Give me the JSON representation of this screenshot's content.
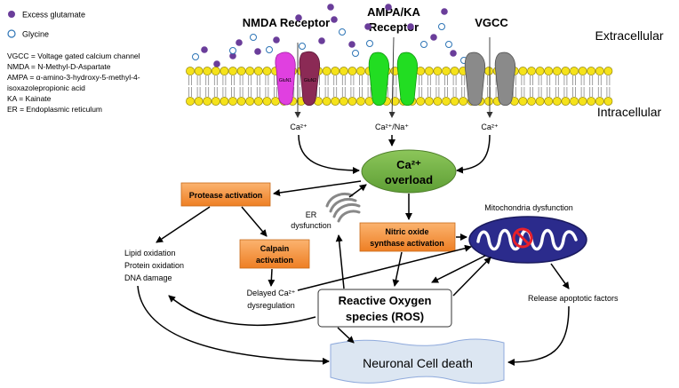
{
  "legend": {
    "glutamate": "Excess glutamate",
    "glycine": "Glycine"
  },
  "abbreviations": [
    "VGCC = Voltage gated calcium channel",
    "NMDA = N-Methyl-D-Aspartate",
    "AMPA = α-amino-3-hydroxy-5-methyl-4-",
    "isoxazolepropionic acid",
    "KA = Kainate",
    "ER = Endoplasmic reticulum"
  ],
  "receptors": {
    "nmda": "NMDA Receptor",
    "ampa_line1": "AMPA/KA",
    "ampa_line2": "Receptor",
    "vgcc": "VGCC"
  },
  "subunits": {
    "glun1": "GluN1",
    "glun2": "GluN2"
  },
  "regions": {
    "extracellular": "Extracellular",
    "intracellular": "Intracellular"
  },
  "ions": {
    "ca_left": "Ca²⁺",
    "ca_na": "Ca²⁺/Na⁺",
    "ca_right": "Ca²⁺"
  },
  "overload": {
    "line1": "Ca²⁺",
    "line2": "overload"
  },
  "protease": "Protease activation",
  "calpain_line1": "Calpain",
  "calpain_line2": "activation",
  "nos_line1": "Nitric oxide",
  "nos_line2": "synthase activation",
  "er_line1": "ER",
  "er_line2": "dysfunction",
  "mito": "Mitochondria dysfunction",
  "damage": [
    "Lipid oxidation",
    "Protein oxidation",
    "DNA damage"
  ],
  "delayed_line1": "Delayed Ca²⁺",
  "delayed_line2": "dysregulation",
  "ros_line1": "Reactive Oxygen",
  "ros_line2": "species (ROS)",
  "apoptotic": "Release apoptotic factors",
  "death": "Neuronal Cell death",
  "colors": {
    "glutamate": "#6a3d9a",
    "orange": "#f79a4b",
    "green": "#7ab648",
    "red": "#e8202a",
    "mito": "#2b2b8c"
  }
}
